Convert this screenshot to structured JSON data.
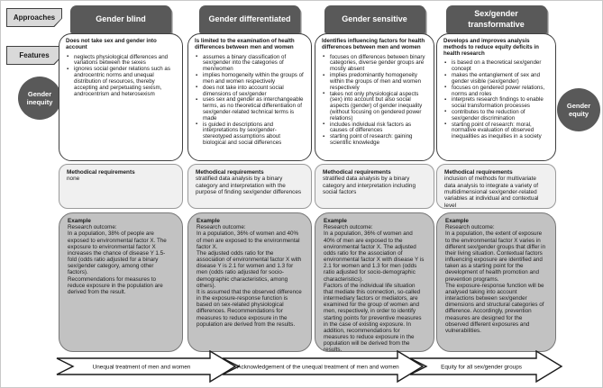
{
  "left_rail": {
    "approaches_label": "Approaches",
    "features_label": "Features",
    "inequity_label": "Gender inequity"
  },
  "right_rail": {
    "equity_label": "Gender equity"
  },
  "colors": {
    "header_bg": "#595959",
    "badge_bg": "#595959",
    "tab_bg": "#d9d9d9",
    "features_bg": "#ffffff",
    "methodical_bg": "#f0f0f0",
    "example_bg": "#c2c2c2"
  },
  "columns": [
    {
      "header": "Gender blind",
      "features_intro": "Does not take sex and gender into account",
      "features": [
        "neglects physiological differences and variations between the sexes",
        "ignores social gender relations such as androcentric norms and unequal distribution of resources, thereby accepting and perpetuating sexism, androcentrism and heterosexism"
      ],
      "methodical_title": "Methodical requirements",
      "methodical_text": "none",
      "example_title": "Example",
      "example_text": "Research outcome:\nIn a population, 38% of people are exposed to environmental factor X. The exposure to environmental factor X increases the chance of disease Y 1.5-fold (odds ratio adjusted for a binary sex/gender category, among other factors).\nRecommendations for measures to reduce exposure in the population are derived from the result."
    },
    {
      "header": "Gender differentiated",
      "features_intro": "Is limited to the examination of health differences between men and women",
      "features": [
        "assumes a binary classification of sex/gender into the categories of men/women",
        "implies homogeneity within the groups of men and women respectively",
        "does not take into account social dimensions of sex/gender",
        "uses sex and gender as interchangeable terms, as no theoretical differentiation of sex/gender-related technical terms is made",
        "is guided in descriptions and interpretations by sex/gender-stereotyped assumptions about biological and social differences"
      ],
      "methodical_title": "Methodical requirements",
      "methodical_text": "stratified data analysis by a binary category and interpretation with the purpose of finding sex/gender differences",
      "example_title": "Example",
      "example_text": "Research outcome:\nIn a population, 36% of women and 40% of men are exposed to the environmental factor X.\nThe adjusted odds ratio for the association of environmental factor X with disease Y is 2.1 for women and 1.3 for men (odds ratio adjusted for socio-demographic characteristics, among others).\nIt is assumed that the observed difference in the exposure-response function is based on sex-related physiological differences. Recommendations for measures to reduce exposure in the population are derived from the results."
    },
    {
      "header": "Gender sensitive",
      "features_intro": "Identifies influencing factors for health differences between men and women",
      "features": [
        "focuses on differences between binary categories, diverse gender groups are mostly absent",
        "implies predominantly homogeneity within the groups of men and women respectively",
        "takes not only physiological aspects (sex) into account but also social aspects (gender) of gender inequality (without focusing on gendered power relations)",
        "includes individual risk factors as causes of differences",
        "starting point of research: gaining scientific knowledge"
      ],
      "methodical_title": "Methodical requirements",
      "methodical_text": "stratified data analysis by a binary category and interpretation including social factors",
      "example_title": "Example",
      "example_text": "Research outcome:\nIn a population, 36% of women and 40% of men are exposed to the environmental factor X. The adjusted odds ratio for the association of environmental factor X with disease Y is 2.1 for women and 1.3 for men (odds ratio adjusted for socio-demographic characteristics).\nFactors of the individual life situation that mediate this connection, so-called intermediary factors or mediators, are examined for the group of women and men, respectively, in order to identify starting points for preventive measures in the case of existing exposure. In addition, recommendations for measures to reduce exposure in the population will be derived from the results."
    },
    {
      "header": "Sex/gender transformative",
      "features_intro": "Develops and improves analysis methods to reduce equity deficits in health research",
      "features": [
        "is based on a theoretical sex/gender concept",
        "makes the entanglement of sex and gender visible (sex/gender)",
        "focuses on gendered power relations, norms and roles",
        "interprets research findings to enable social transformation processes",
        "contributes to the reduction of sex/gender discrimination",
        "starting point of research: moral, normative evaluation of observed inequalities as inequities in a society"
      ],
      "methodical_title": "Methodical requirements",
      "methodical_text": "inclusion of methods for multivariate data analysis to integrate a variety of multidimensional sex/gender-related variables at individual and contextual level",
      "example_title": "Example",
      "example_text": "Research outcome:\nIn a population, the extent of exposure to the environmental factor X varies in different sex/gender groups that differ in their living situation. Contextual factors influencing exposure are identified and taken as a starting point for the development of health promotion and prevention programs.\nThe exposure-response function will be analysed taking into account interactions between sex/gender dimensions and structural categories of difference. Accordingly, prevention measures are designed for the observed different exposures and vulnerabilities."
    }
  ],
  "arrows": [
    {
      "label": "Unequal treatment of men and women"
    },
    {
      "label": "Acknowledgement of the unequal treatment of men and women"
    },
    {
      "label": "Equity for all sex/gender groups"
    }
  ]
}
